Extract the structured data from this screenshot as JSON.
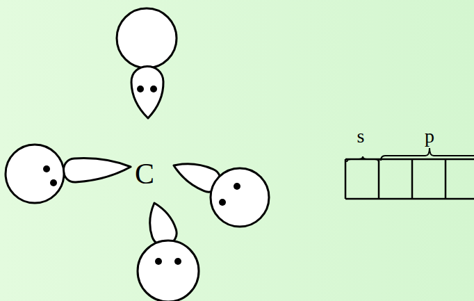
{
  "diagram": {
    "labels": [
      "C",
      "s",
      "p"
    ]
  }
}
